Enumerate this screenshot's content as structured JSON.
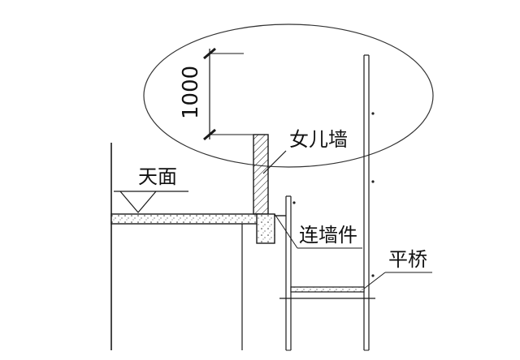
{
  "labels": {
    "dimension": "1000",
    "parapet": "女儿墙",
    "roof": "天面",
    "wall_tie": "连墙件",
    "platform": "平桥"
  },
  "colors": {
    "line": "#1a1a1a",
    "hatch": "#222222",
    "background": "#ffffff"
  }
}
